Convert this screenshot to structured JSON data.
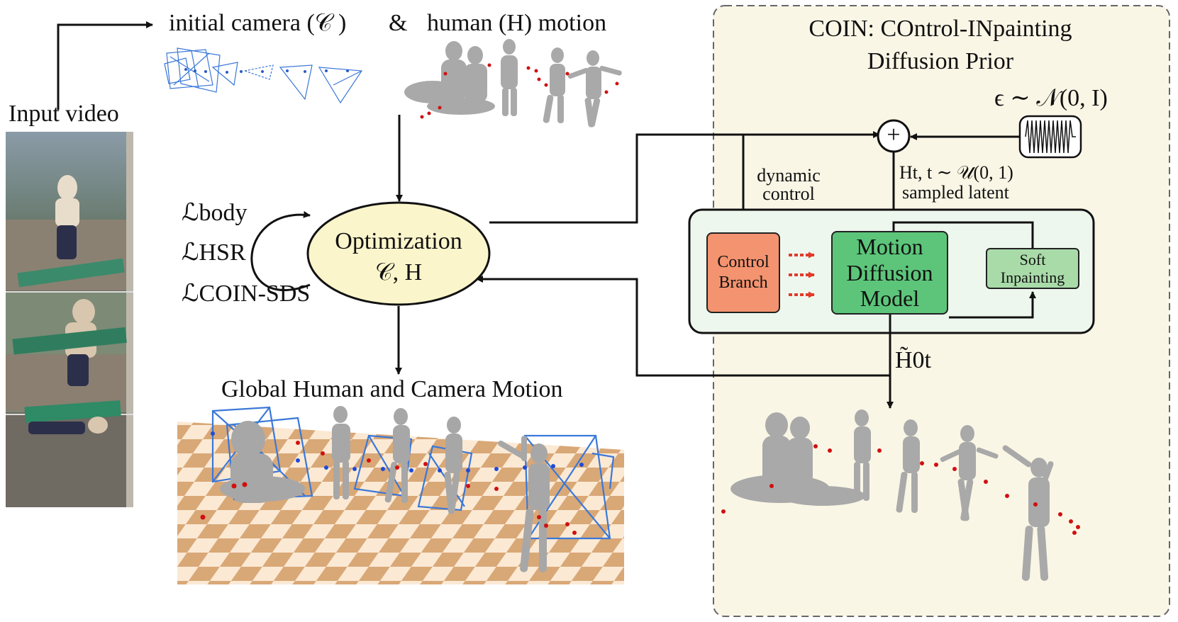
{
  "input": {
    "title": "Input video"
  },
  "top": {
    "initial_label": "initial camera (𝒞 )",
    "amp": "&",
    "human_label": "human (H) motion"
  },
  "losses": {
    "body": "ℒbody",
    "hsr": "ℒHSR",
    "coin": "ℒCOIN-SDS"
  },
  "optimization": {
    "title": "Optimization",
    "vars": "𝒞, H"
  },
  "output": {
    "title": "Global Human and Camera Motion"
  },
  "coin": {
    "title_line1": "COIN: COntrol-INpainting",
    "title_line2": "Diffusion Prior",
    "noise": "ϵ ∼ 𝒩(0, I)",
    "plus": "+",
    "dynamic_control": "dynamic control",
    "dynamic_line1": "dynamic",
    "dynamic_line2": "control",
    "latent_line1": "Ht, t ∼ 𝒰(0, 1)",
    "latent_line2": "sampled latent",
    "control_branch": "Control Branch",
    "control_line1": "Control",
    "control_line2": "Branch",
    "mdm_line1": "Motion",
    "mdm_line2": "Diffusion",
    "mdm_line3": "Model",
    "soft_line1": "Soft",
    "soft_line2": "Inpainting",
    "output_var": "H̃0t"
  },
  "colors": {
    "coin_panel": "#faf6e6",
    "inner_panel": "#eef7ee",
    "control_branch": "#f4936f",
    "mdm": "#5cc57a",
    "soft": "#a9dba9",
    "opt_ellipse": "#fbf5cc",
    "camera_blue": "#3a78d8",
    "joint_red": "#d01010",
    "floor_tan": "#d9a877",
    "floor_light": "#fbe9d4"
  }
}
